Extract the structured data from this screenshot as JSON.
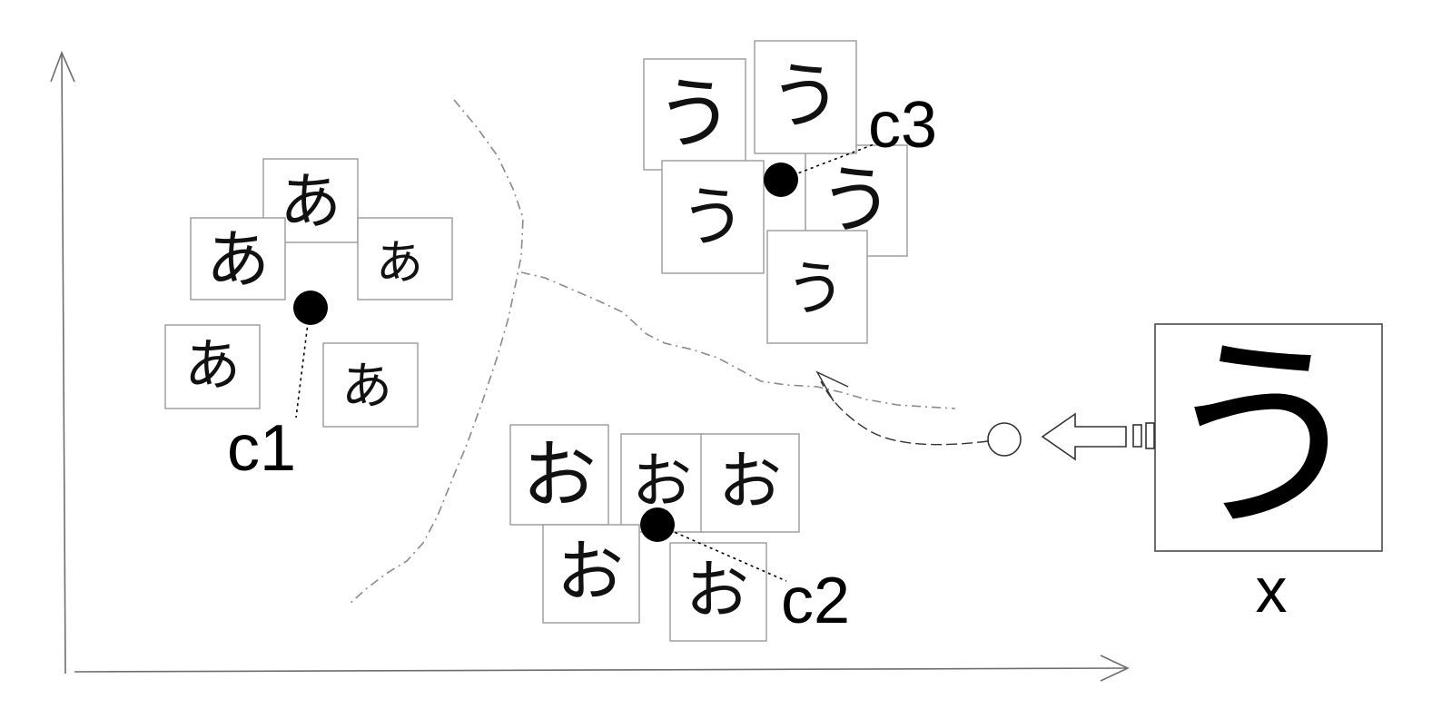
{
  "clusters": [
    {
      "id": "cluster-a",
      "label": "c1",
      "samples": [
        "あ",
        "あ",
        "あ",
        "あ",
        "あ"
      ]
    },
    {
      "id": "cluster-o",
      "label": "c2",
      "samples": [
        "お",
        "お",
        "お",
        "お",
        "お"
      ]
    },
    {
      "id": "cluster-u",
      "label": "c3",
      "samples": [
        "う",
        "う",
        "う",
        "う",
        "う"
      ]
    }
  ],
  "query": {
    "glyph": "う",
    "label": "x"
  },
  "colors": {
    "centroid": "#000000",
    "boundary": "#8a8a8a",
    "axis": "#6e6e6e",
    "card_border": "#9a9a9a"
  },
  "icons": [
    "axis-arrow-icon",
    "centroid-dot-icon",
    "hollow-arrow-icon",
    "open-circle-icon"
  ]
}
